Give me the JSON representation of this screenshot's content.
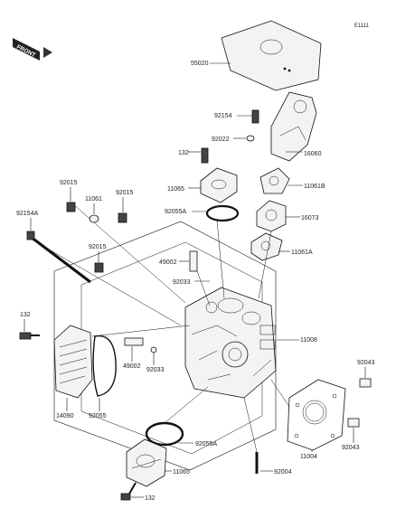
{
  "diagram": {
    "ref_code": "E1111",
    "front_badge": "FRONT",
    "labels": {
      "p55020": "55020",
      "p92154": "92154",
      "p92022": "92022",
      "p16060": "16060",
      "p132_top": "132",
      "p11065_top": "11065",
      "p11061B": "11061B",
      "p92055A_top": "92055A",
      "p16073": "16073",
      "p92015_a": "92015",
      "p11061": "11061",
      "p92015_b": "92015",
      "p92154A": "92154A",
      "p11061A": "11061A",
      "p49002_a": "49002",
      "p92015_c": "92015",
      "p92033_a": "92033",
      "p132_left": "132",
      "p11008": "11008",
      "p92043_a": "92043",
      "p49002_b": "49002",
      "p92033_b": "92033",
      "p14090": "14090",
      "p92055": "92055",
      "p11004": "11004",
      "p92043_b": "92043",
      "p92055A_bot": "92055A",
      "p92004": "92004",
      "p11065_bot": "11065",
      "p132_bot": "132"
    }
  }
}
